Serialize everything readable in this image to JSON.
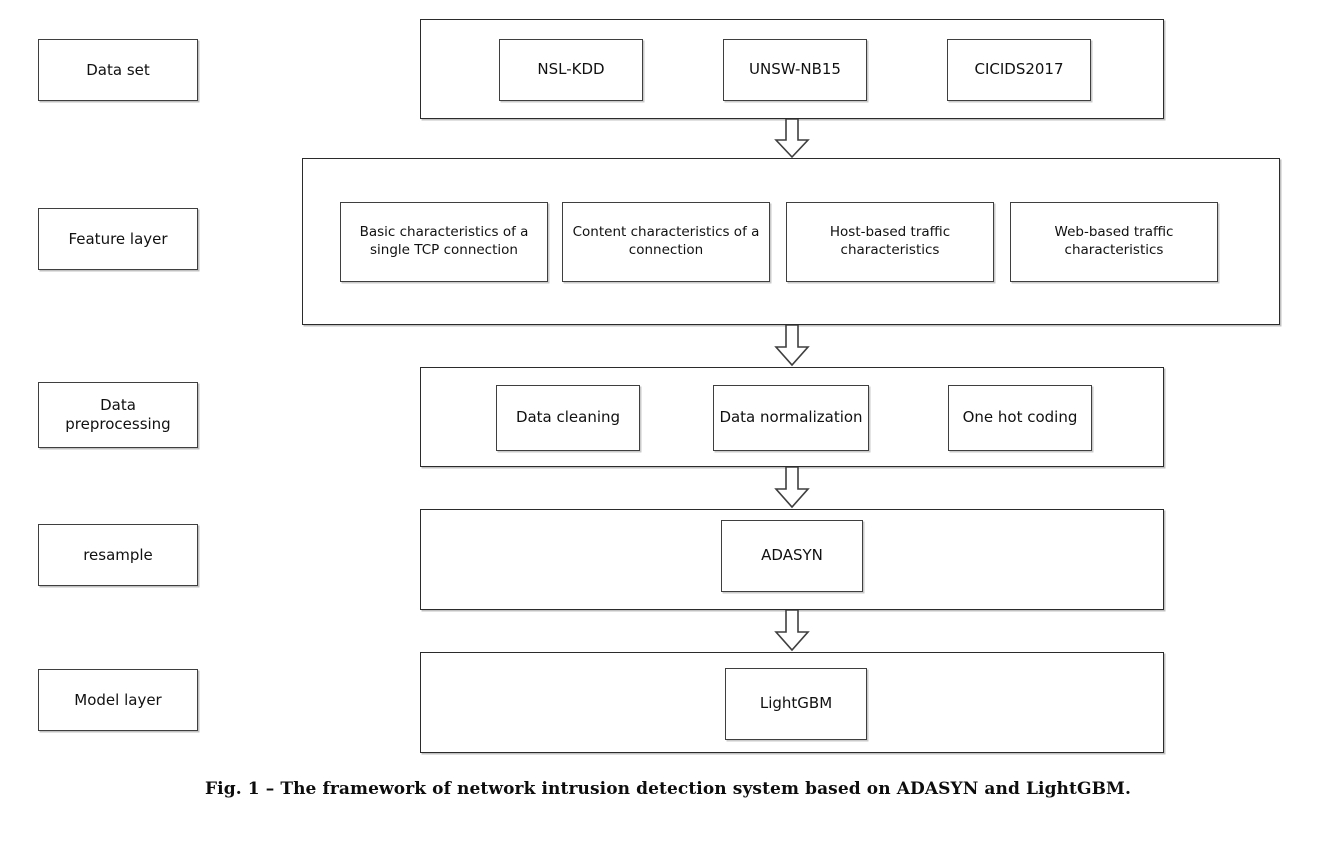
{
  "figure": {
    "caption": "Fig. 1 – The framework of network intrusion detection system based on ADASYN and LightGBM.",
    "colors": {
      "background": "#ffffff",
      "box_border": "#3f3f3f",
      "container_border": "#2b2b2b",
      "text": "#111111",
      "arrow_outline": "#3f3f3f",
      "shadow": "#8c8c8c"
    }
  },
  "stage_labels": [
    {
      "id": "data-set",
      "label": "Data set"
    },
    {
      "id": "feature-layer",
      "label": "Feature layer"
    },
    {
      "id": "data-preprocessing",
      "label": "Data\npreprocessing"
    },
    {
      "id": "resample",
      "label": "resample"
    },
    {
      "id": "model-layer",
      "label": "Model layer"
    }
  ],
  "rows": {
    "data_set": {
      "title": "Data set",
      "items": [
        {
          "id": "nsl-kdd",
          "label": "NSL-KDD"
        },
        {
          "id": "unsw-nb15",
          "label": "UNSW-NB15"
        },
        {
          "id": "cicids2017",
          "label": "CICIDS2017"
        }
      ]
    },
    "feature_layer": {
      "title": "Feature layer",
      "items": [
        {
          "id": "basic-characteristics",
          "label": "Basic characteristics of a single TCP connection"
        },
        {
          "id": "content-characteristics",
          "label": "Content characteristics of a connection"
        },
        {
          "id": "host-based-traffic",
          "label": "Host-based traffic characteristics"
        },
        {
          "id": "web-based-traffic",
          "label": "Web-based traffic characteristics"
        }
      ]
    },
    "data_preprocessing": {
      "title": "Data preprocessing",
      "items": [
        {
          "id": "data-cleaning",
          "label": "Data cleaning"
        },
        {
          "id": "data-normalization",
          "label": "Data normalization"
        },
        {
          "id": "one-hot-coding",
          "label": "One hot coding"
        }
      ]
    },
    "resample": {
      "title": "resample",
      "items": [
        {
          "id": "adasyn",
          "label": "ADASYN"
        }
      ]
    },
    "model_layer": {
      "title": "Model layer",
      "items": [
        {
          "id": "lightgbm",
          "label": "LightGBM"
        }
      ]
    }
  },
  "connectors": [
    {
      "id": "arrow-dataset-to-feature",
      "from": "data_set",
      "to": "feature_layer",
      "shape": "block-arrow-down"
    },
    {
      "id": "arrow-feature-to-preprocessing",
      "from": "feature_layer",
      "to": "data_preprocessing",
      "shape": "block-arrow-down"
    },
    {
      "id": "arrow-preprocessing-to-resample",
      "from": "data_preprocessing",
      "to": "resample",
      "shape": "block-arrow-down"
    },
    {
      "id": "arrow-resample-to-model",
      "from": "resample",
      "to": "model_layer",
      "shape": "block-arrow-down"
    }
  ]
}
